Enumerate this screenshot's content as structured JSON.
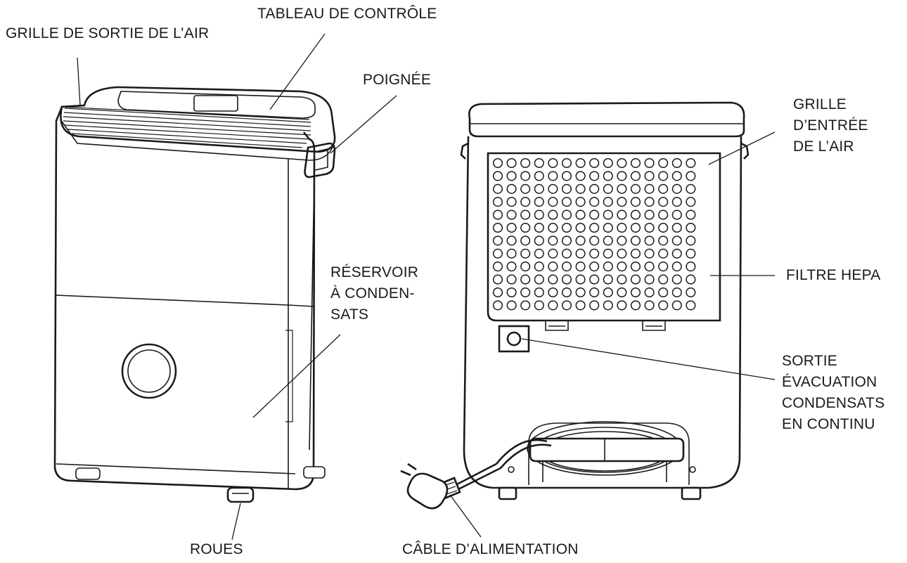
{
  "labels": {
    "air_outlet_grille": "GRILLE DE SORTIE DE L’AIR",
    "control_panel": "TABLEAU DE CONTRÔLE",
    "handle": "POIGNÉE",
    "water_tank": [
      "RÉSERVOIR",
      "À CONDEN-",
      "SATS"
    ],
    "wheels": "ROUES",
    "air_inlet_grille": [
      "GRILLE",
      "D’ENTRÉE",
      "DE L’AIR"
    ],
    "hepa_filter": "FILTRE HEPA",
    "continuous_drain": [
      "SORTIE",
      "ÉVACUATION",
      "CONDENSATS",
      "EN CONTINU"
    ],
    "power_cable": "CÂBLE D’ALIMENTATION"
  },
  "colors": {
    "line": "#1a1a1a",
    "background": "#ffffff"
  }
}
